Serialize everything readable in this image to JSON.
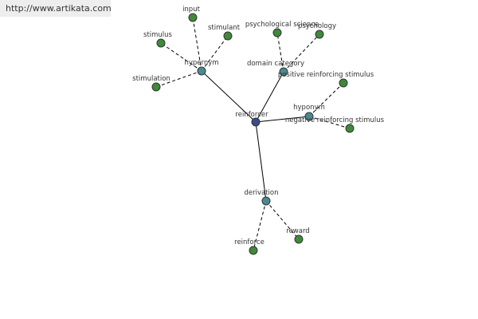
{
  "source_link": "http://www.artikata.com",
  "colors": {
    "center_node": "#3a4a8a",
    "relation_node": "#4a8a8f",
    "leaf_node": "#3f8a3a",
    "edge": "#000000",
    "label": "#333333"
  },
  "graph": {
    "center": "reinforcer",
    "relations": [
      {
        "id": "hypernym",
        "label": "hypernym",
        "terms": [
          "input",
          "stimulant",
          "stimulus",
          "stimulation"
        ]
      },
      {
        "id": "domain-category",
        "label": "domain category",
        "terms": [
          "psychological science",
          "psychology"
        ]
      },
      {
        "id": "hyponym",
        "label": "hyponym",
        "terms": [
          "positive reinforcing stimulus",
          "negative reinforcing stimulus"
        ]
      },
      {
        "id": "derivation",
        "label": "derivation",
        "terms": [
          "reinforce",
          "reward"
        ]
      }
    ]
  }
}
